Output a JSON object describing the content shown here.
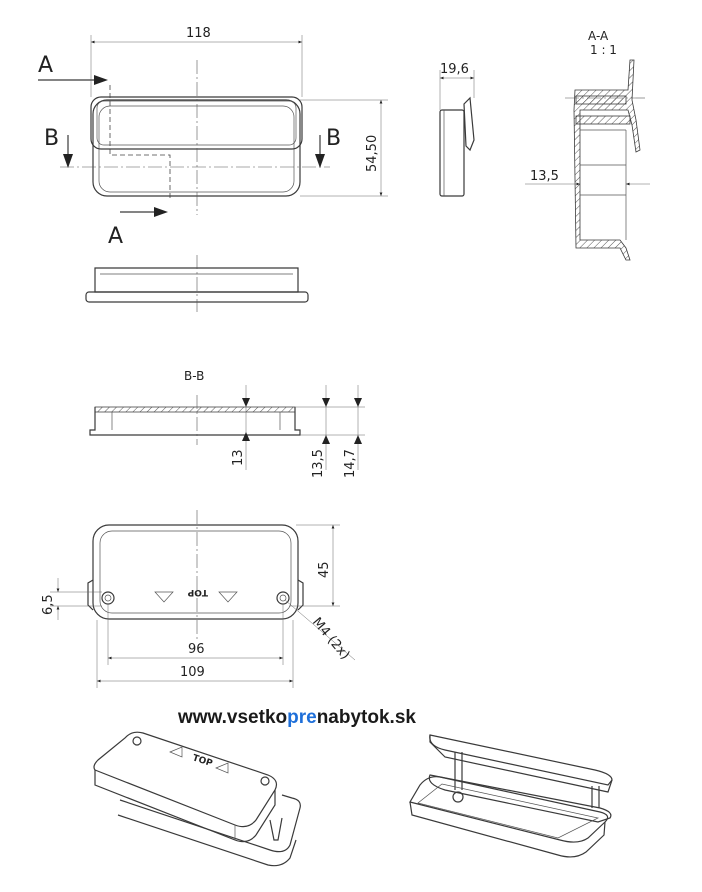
{
  "dimensions": {
    "width_top": "118",
    "height_side": "54,50",
    "depth_side": "19,6",
    "wall_section": "13,5",
    "bb_inner": "13",
    "bb_mid": "13,5",
    "bb_outer": "14,7",
    "hole_height": "45",
    "hole_offset": "6,5",
    "hole_spacing": "96",
    "base_width": "109",
    "thread": "M4 (2x)"
  },
  "labels": {
    "section_a": "A",
    "section_b": "B",
    "section_aa": "A-A",
    "scale_aa": "1 : 1",
    "section_bb": "B-B",
    "top_marking": "TOP"
  },
  "website": {
    "prefix": "www.vsetko",
    "accent": "pre",
    "suffix": "nabytok.sk",
    "accent_color": "#1e6fd9"
  }
}
